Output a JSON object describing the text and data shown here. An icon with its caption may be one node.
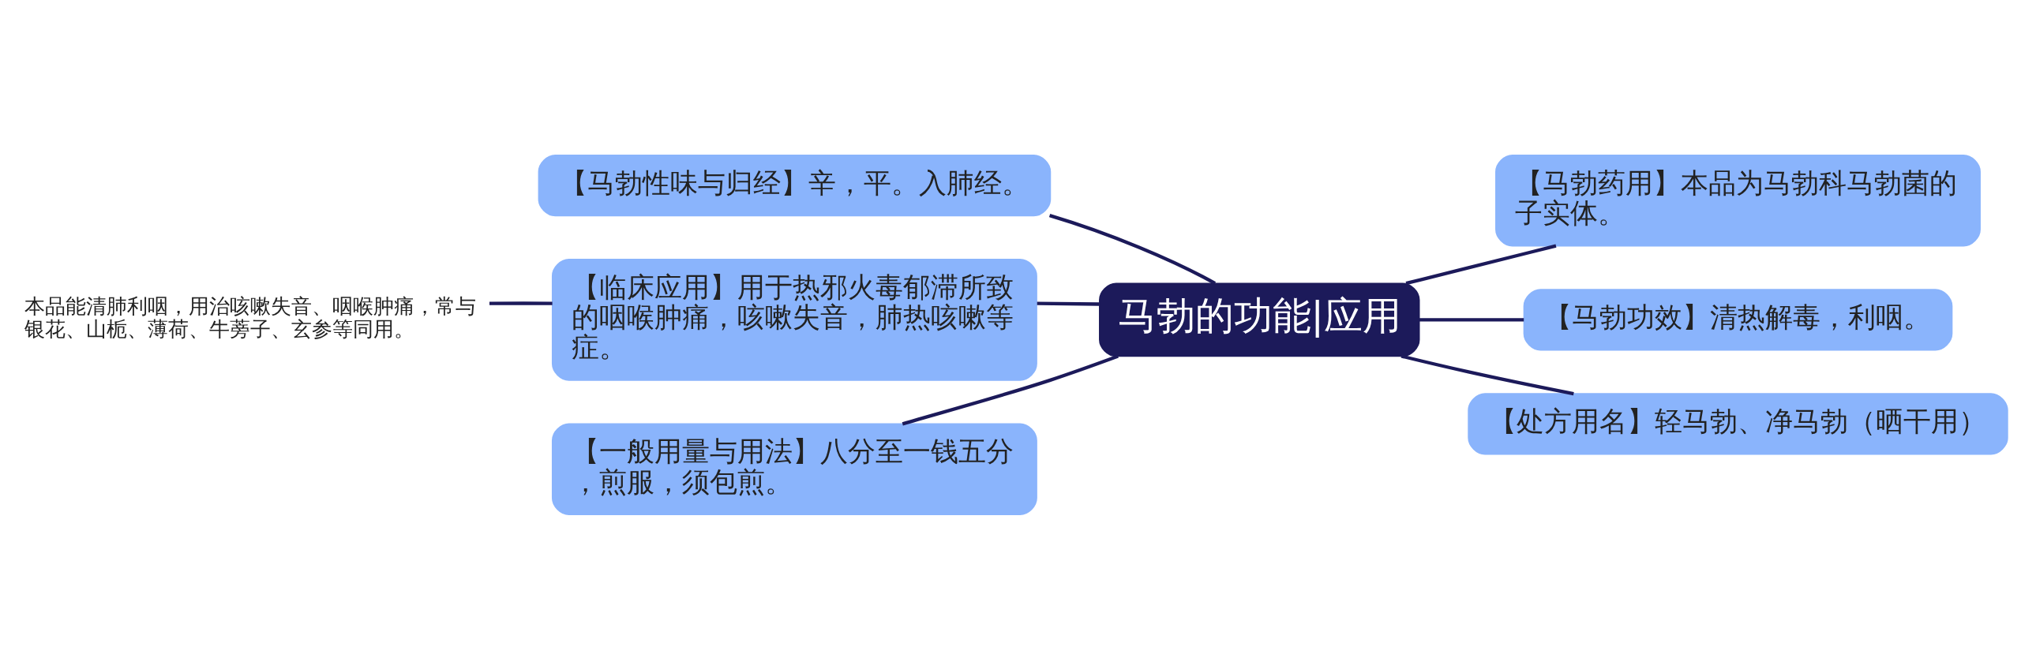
{
  "diagram": {
    "nodes": [
      {
        "text": [
          "马勃的功能|应用"
        ]
      },
      {
        "text": [
          "【马勃性味与归经】辛，平。入肺经。"
        ]
      },
      {
        "text": [
          "【临床应用】用于热邪火毒郁滞所致的咽喉肿痛，咳嗽失音，肺热咳嗽等症。"
        ]
      },
      {
        "text": [
          "【一般用量与用法】八分至一钱五分，煎服，须包煎。"
        ]
      },
      {
        "text": [
          "本品能清肺利咽，用治咳嗽失音、咽喉肿痛，常与银花、山栀、薄荷、牛蒡子、玄参等同用。"
        ]
      },
      {
        "text": [
          "【马勃药用】本品为马勃科马勃菌的子实体。"
        ]
      },
      {
        "text": [
          "【马勃功效】清热解毒，利咽。"
        ]
      },
      {
        "text": [
          "【处方用名】轻马勃、净马勃（晒干用）"
        ]
      }
    ],
    "edges": [
      {
        "from": 0,
        "to": 1,
        "arrow": "none"
      },
      {
        "from": 0,
        "to": 2,
        "arrow": "none"
      },
      {
        "from": 0,
        "to": 3,
        "arrow": "none"
      },
      {
        "from": 2,
        "to": 4,
        "arrow": "none"
      },
      {
        "from": 0,
        "to": 5,
        "arrow": "none"
      },
      {
        "from": 0,
        "to": 6,
        "arrow": "none"
      },
      {
        "from": 0,
        "to": 7,
        "arrow": "none"
      }
    ]
  }
}
